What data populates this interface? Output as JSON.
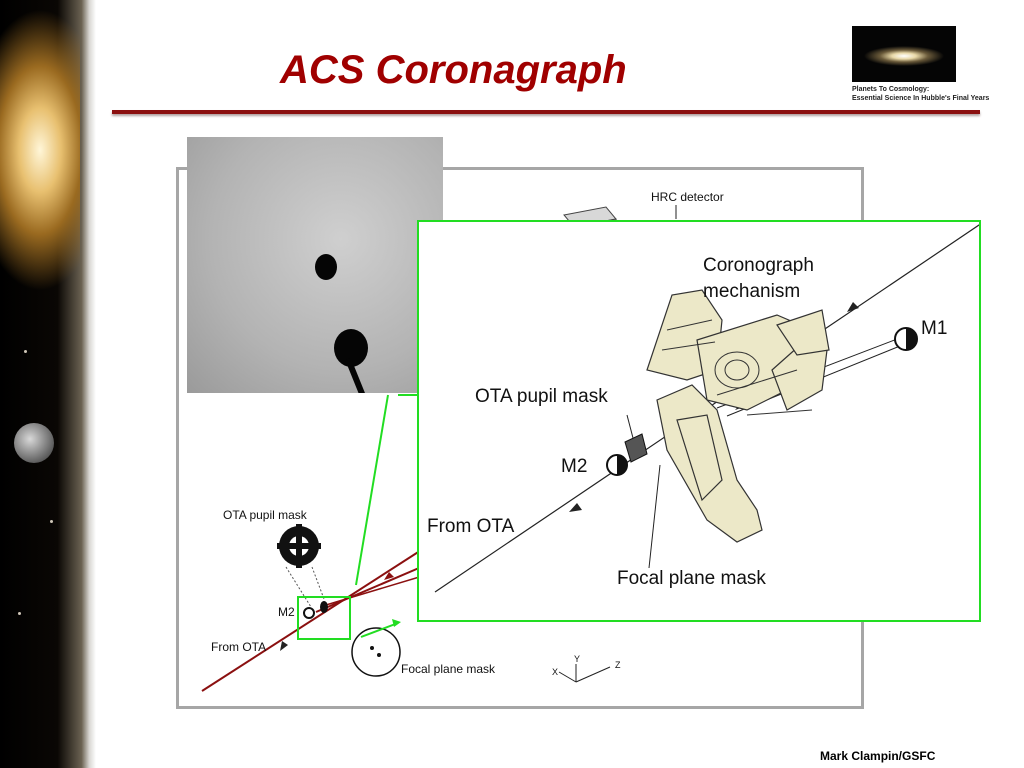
{
  "slide": {
    "title": "ACS Coronagraph",
    "credit": "Mark Clampin/GSFC"
  },
  "logo": {
    "caption_line1": "Planets To Cosmology:",
    "caption_line2": "Essential Science In Hubble's Final Years"
  },
  "diagram": {
    "labels": {
      "hrc_detector": "HRC detector",
      "ota_pupil_mask": "OTA pupil mask",
      "m2": "M2",
      "from_ota": "From OTA",
      "focal_plane_mask": "Focal plane mask",
      "axis_x": "X",
      "axis_y": "Y",
      "axis_z": "Z"
    }
  },
  "inset": {
    "labels": {
      "coronograph_mechanism_line1": "Coronograph",
      "coronograph_mechanism_line2": "mechanism",
      "m1": "M1",
      "ota_pupil_mask": "OTA pupil mask",
      "m2": "M2",
      "from_ota": "From OTA",
      "focal_plane_mask": "Focal plane mask"
    }
  },
  "colors": {
    "title": "#a00000",
    "rule": "#8b1010",
    "callout": "#22dd22",
    "beam": "#8b1010",
    "panel_border": "#a6a6a6"
  }
}
